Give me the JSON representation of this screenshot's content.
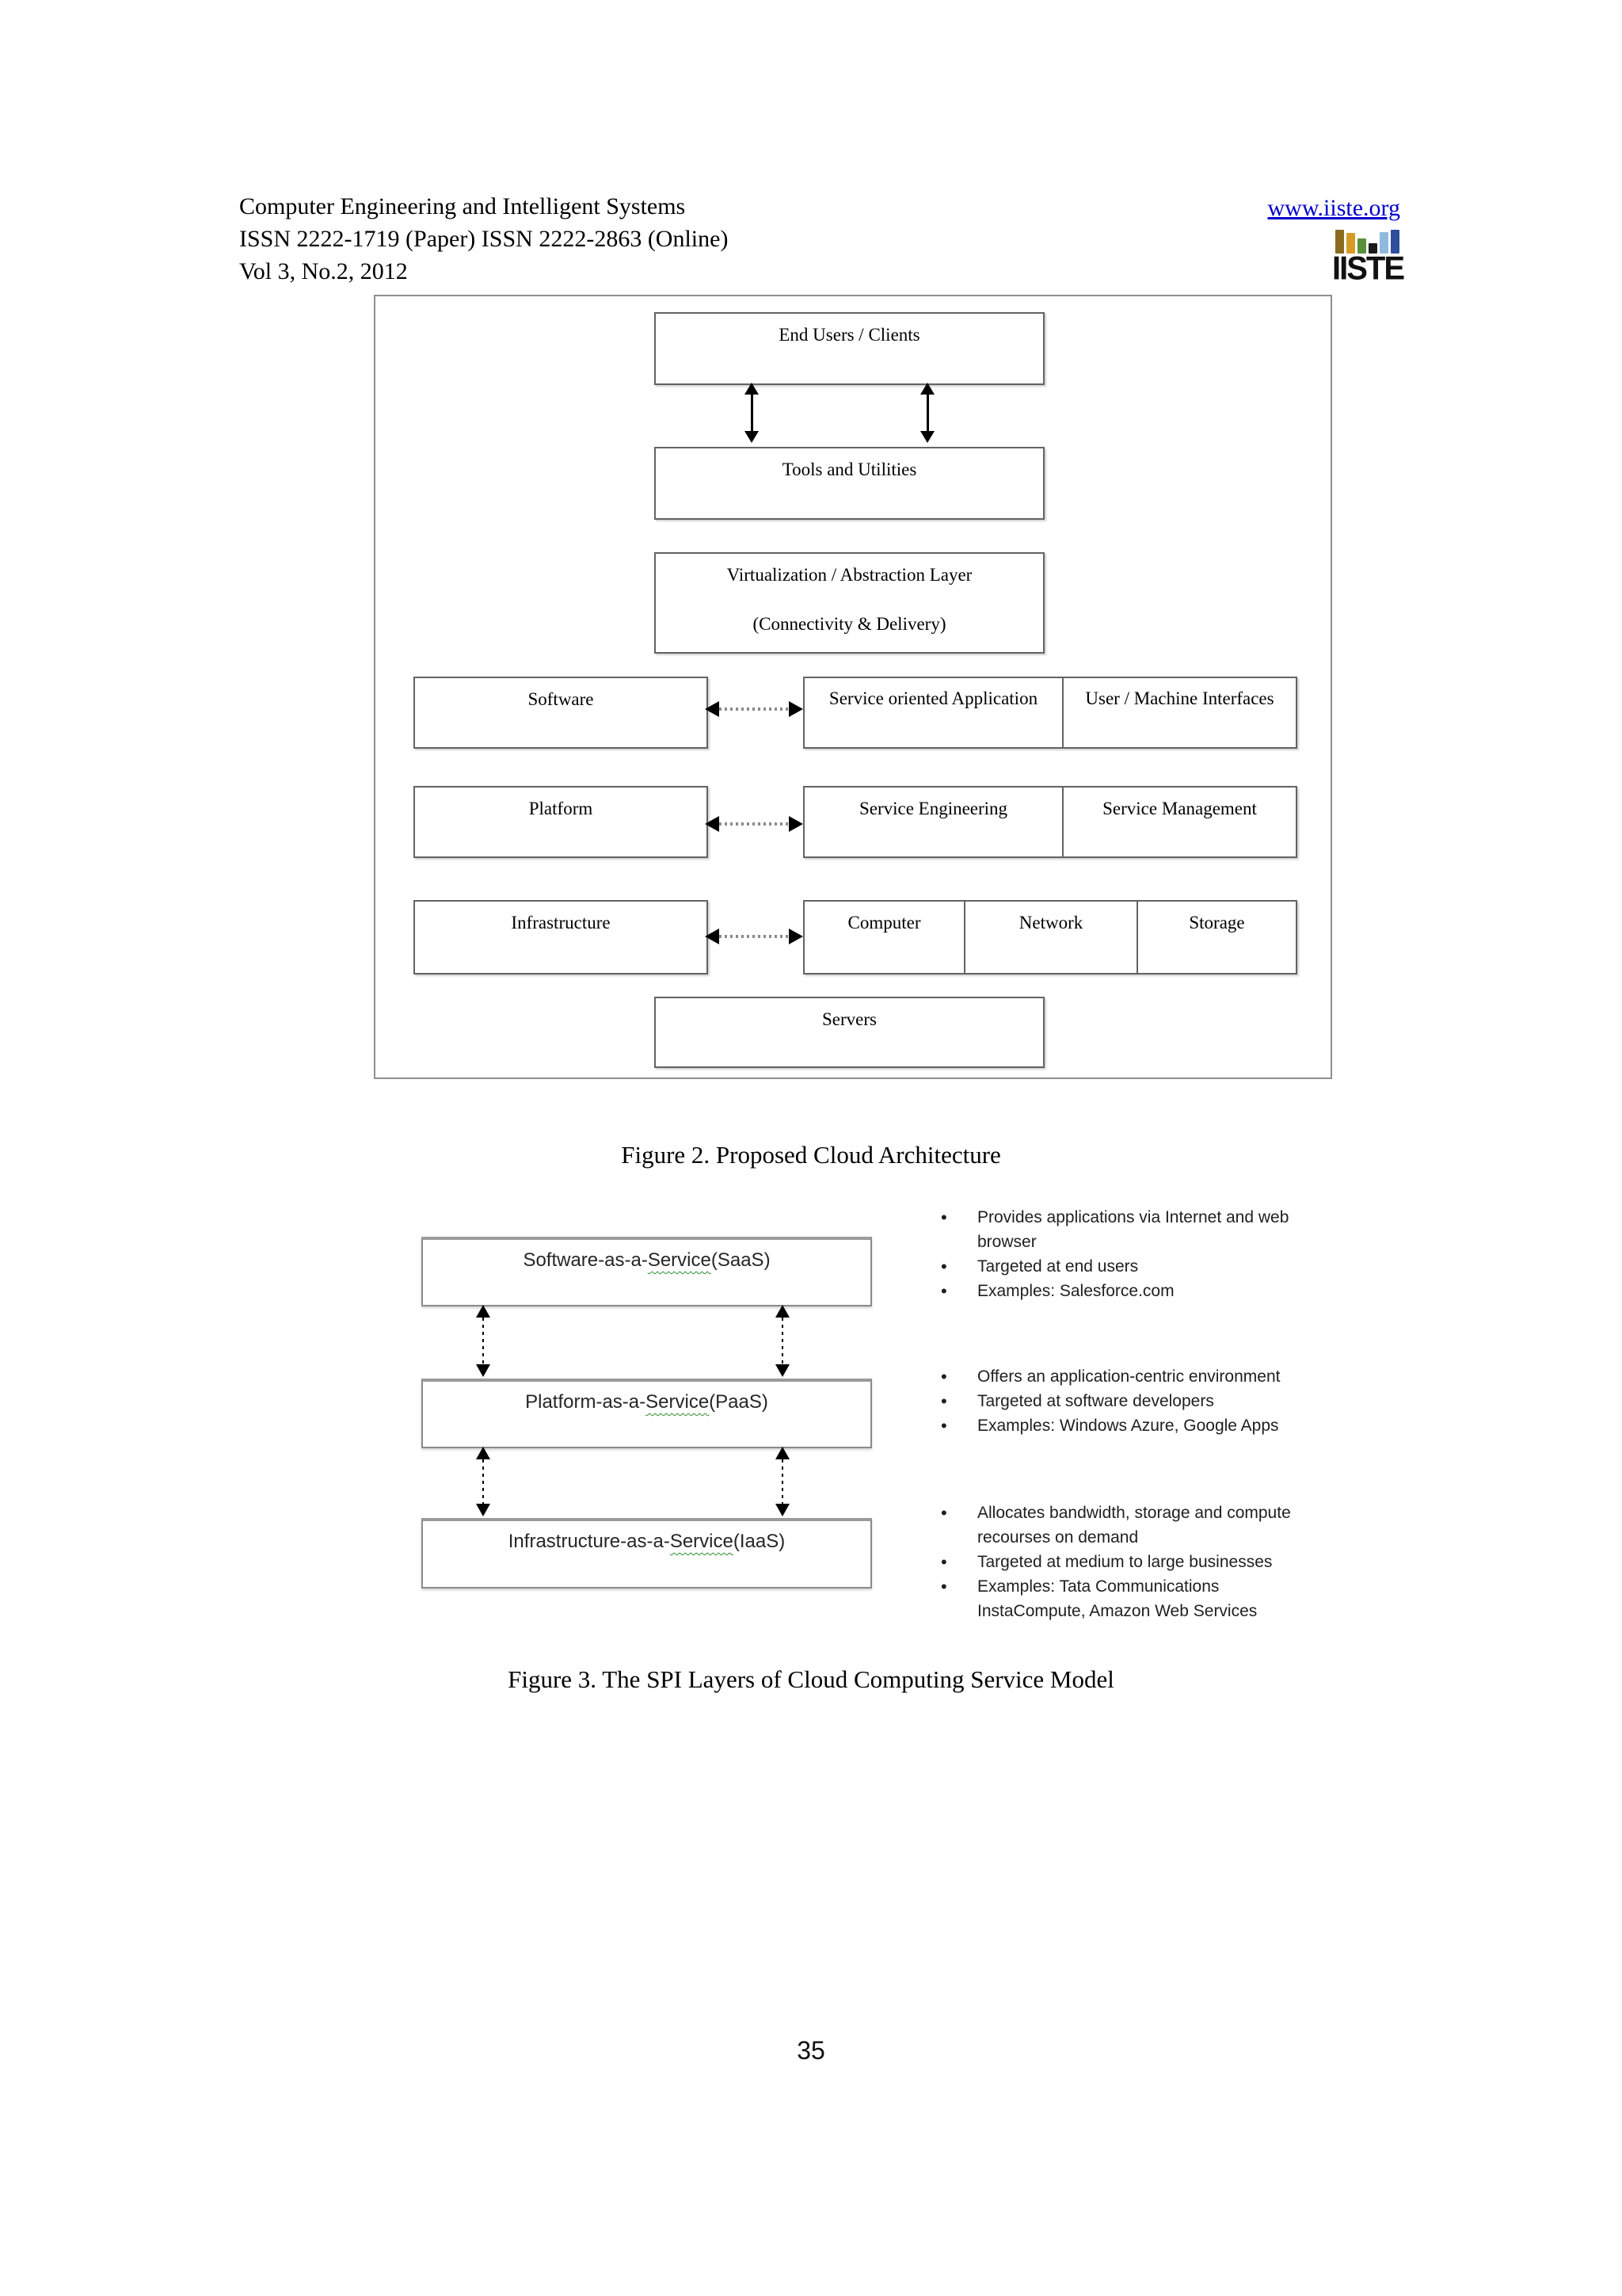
{
  "colors": {
    "link": "#0000cc",
    "wavy_underline": "#2e8b2e",
    "logo_bar_colors": [
      "#8a6b20",
      "#d79b24",
      "#5a8f3c",
      "#1a1a1a",
      "#8fb9dd",
      "#2e4e9e"
    ]
  },
  "header": {
    "journal": "Computer Engineering and Intelligent Systems",
    "issn": "ISSN 2222-1719 (Paper) ISSN 2222-2863 (Online)",
    "volume": "Vol 3, No.2, 2012",
    "website": "www.iiste.org",
    "logo_text": "IISTE"
  },
  "figure2": {
    "caption": "Figure 2. Proposed Cloud Architecture",
    "nodes": {
      "end_users": "End Users / Clients",
      "tools": "Tools and Utilities",
      "virtualization_line1": "Virtualization / Abstraction Layer",
      "virtualization_line2": "(Connectivity & Delivery)",
      "software": "Software",
      "service_oriented_application": "Service oriented Application",
      "user_machine_interfaces": "User / Machine Interfaces",
      "platform": "Platform",
      "service_engineering": "Service Engineering",
      "service_management": "Service Management",
      "infrastructure": "Infrastructure",
      "computer": "Computer",
      "network": "Network",
      "storage": "Storage",
      "servers": "Servers"
    }
  },
  "figure3": {
    "caption": "Figure 3. The SPI Layers of Cloud Computing Service Model",
    "layers": [
      {
        "prefix": "Software-as-a-",
        "wavy": "Service",
        "suffix": "(SaaS)",
        "bullets": [
          {
            "lines": [
              "Provides applications via Internet and web",
              "browser"
            ]
          },
          {
            "lines": [
              "Targeted at end users"
            ]
          },
          {
            "lines": [
              "Examples: Salesforce.com"
            ]
          }
        ]
      },
      {
        "prefix": "Platform-as-a-",
        "wavy": "Service",
        "suffix": "(PaaS)",
        "bullets": [
          {
            "lines": [
              "Offers an application-centric environment"
            ]
          },
          {
            "lines": [
              "Targeted at software developers"
            ]
          },
          {
            "lines": [
              "Examples: Windows Azure, Google Apps"
            ]
          }
        ]
      },
      {
        "prefix": "Infrastructure-as-a-",
        "wavy": "Service",
        "suffix": "(IaaS)",
        "bullets": [
          {
            "lines": [
              "Allocates bandwidth, storage and compute",
              "recourses on demand"
            ]
          },
          {
            "lines": [
              "Targeted at medium to large businesses"
            ]
          },
          {
            "lines": [
              "Examples: Tata Communications",
              "InstaCompute, Amazon Web Services"
            ]
          }
        ]
      }
    ]
  },
  "page_number": "35"
}
